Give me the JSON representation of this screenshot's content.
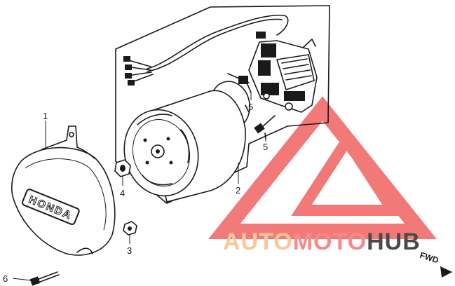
{
  "callouts": [
    "1",
    "2",
    "3",
    "4",
    "5",
    "5",
    "6"
  ],
  "cover_emblem": "HONDA",
  "direction_label": "FWD",
  "watermark": {
    "part1": "AUTO",
    "part2": "MOTO",
    "part3": "HUB",
    "color_orange": "#f7c99a",
    "color_red": "#f48b8b",
    "color_grey": "#4a4a4a"
  }
}
